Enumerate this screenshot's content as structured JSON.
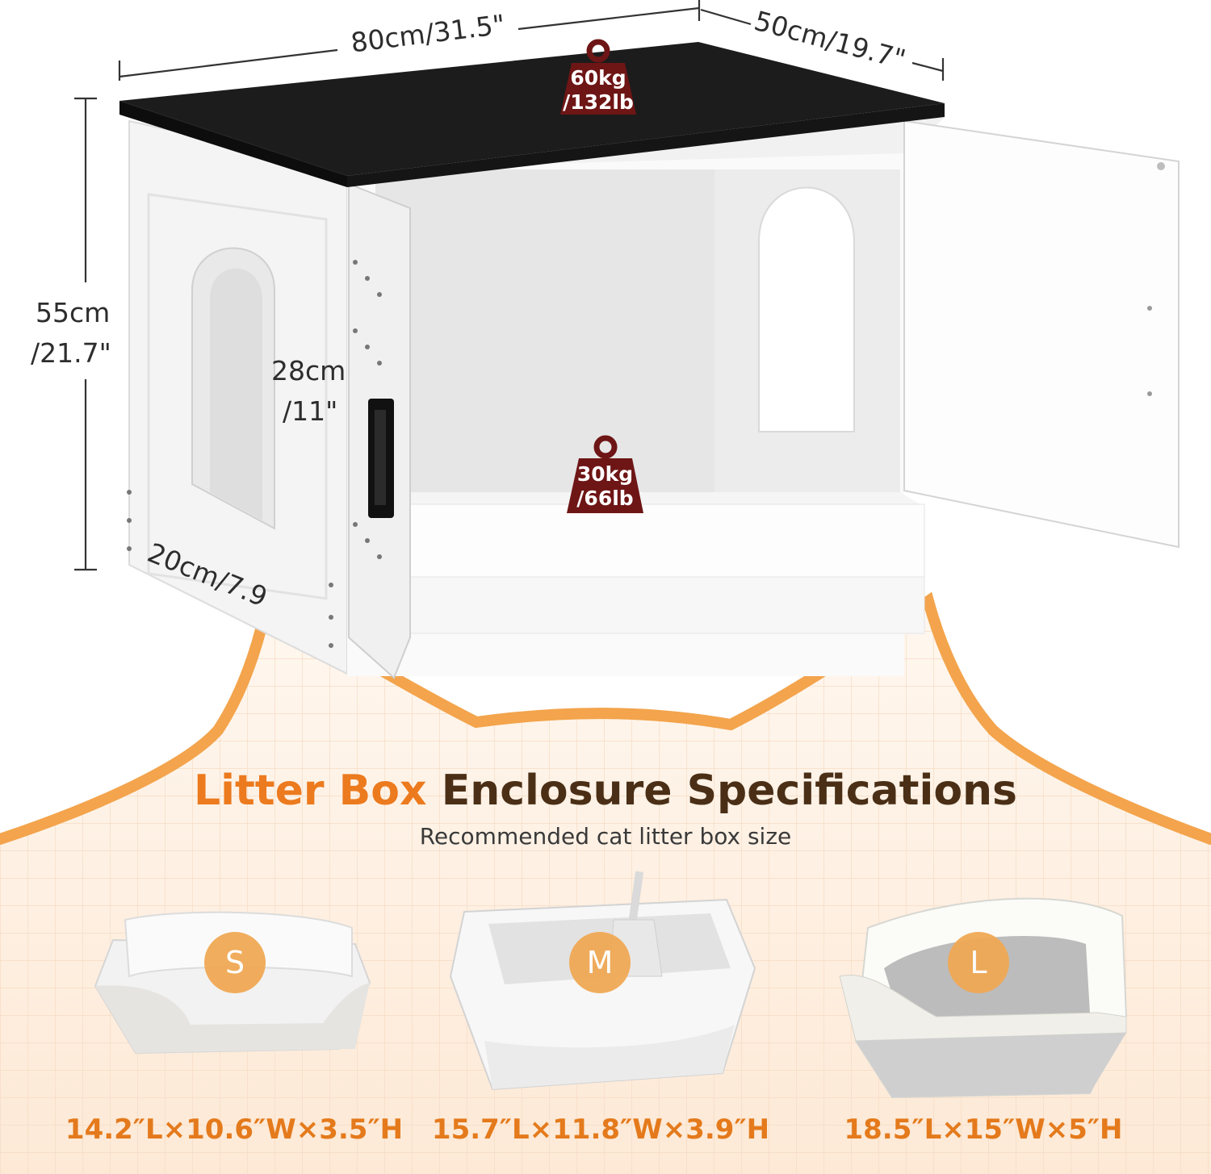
{
  "dimensions": {
    "width": "80cm/31.5\"",
    "depth": "50cm/19.7\"",
    "height_cm": "55cm",
    "height_in": "/21.7\"",
    "opening_height_cm": "28cm",
    "opening_height_in": "/11\"",
    "opening_width": "20cm/7.9"
  },
  "load": {
    "top_line1": "60kg",
    "top_line2": "/132lb",
    "shelf_line1": "30kg",
    "shelf_line2": "/66lb"
  },
  "heading": {
    "accent": "Litter Box",
    "rest": "Enclosure Specifications",
    "subtitle": "Recommended cat litter box size"
  },
  "sizes": [
    {
      "badge": "S",
      "dims": "14.2″L×10.6″W×3.5″H"
    },
    {
      "badge": "M",
      "dims": "15.7″L×11.8″W×3.9″H"
    },
    {
      "badge": "L",
      "dims": "18.5″L×15″W×5″H"
    }
  ],
  "colors": {
    "accent_orange": "#ec7a1e",
    "heading_brown": "#4a2f16",
    "weight_maroon": "#6e1515",
    "badge_orange": "#f0a955"
  }
}
